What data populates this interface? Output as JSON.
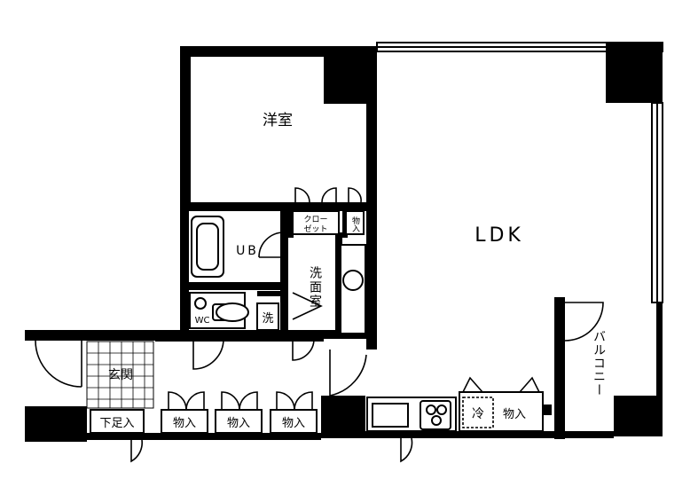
{
  "rooms": {
    "western_room": "洋室",
    "ldk": "LDK",
    "unit_bath": "UB",
    "washroom": "洗面室",
    "wc": "WC",
    "washer": "洗",
    "entrance": "玄関",
    "balcony": "バルコニー",
    "refrigerator": "冷"
  },
  "storage": {
    "closet_line1": "クロー",
    "closet_line2": "ゼット",
    "storage_small": "物入",
    "shoe_storage": "下足入",
    "storage_hall_1": "物入",
    "storage_hall_2": "物入",
    "storage_hall_3": "物入",
    "storage_kitchen": "物入"
  }
}
